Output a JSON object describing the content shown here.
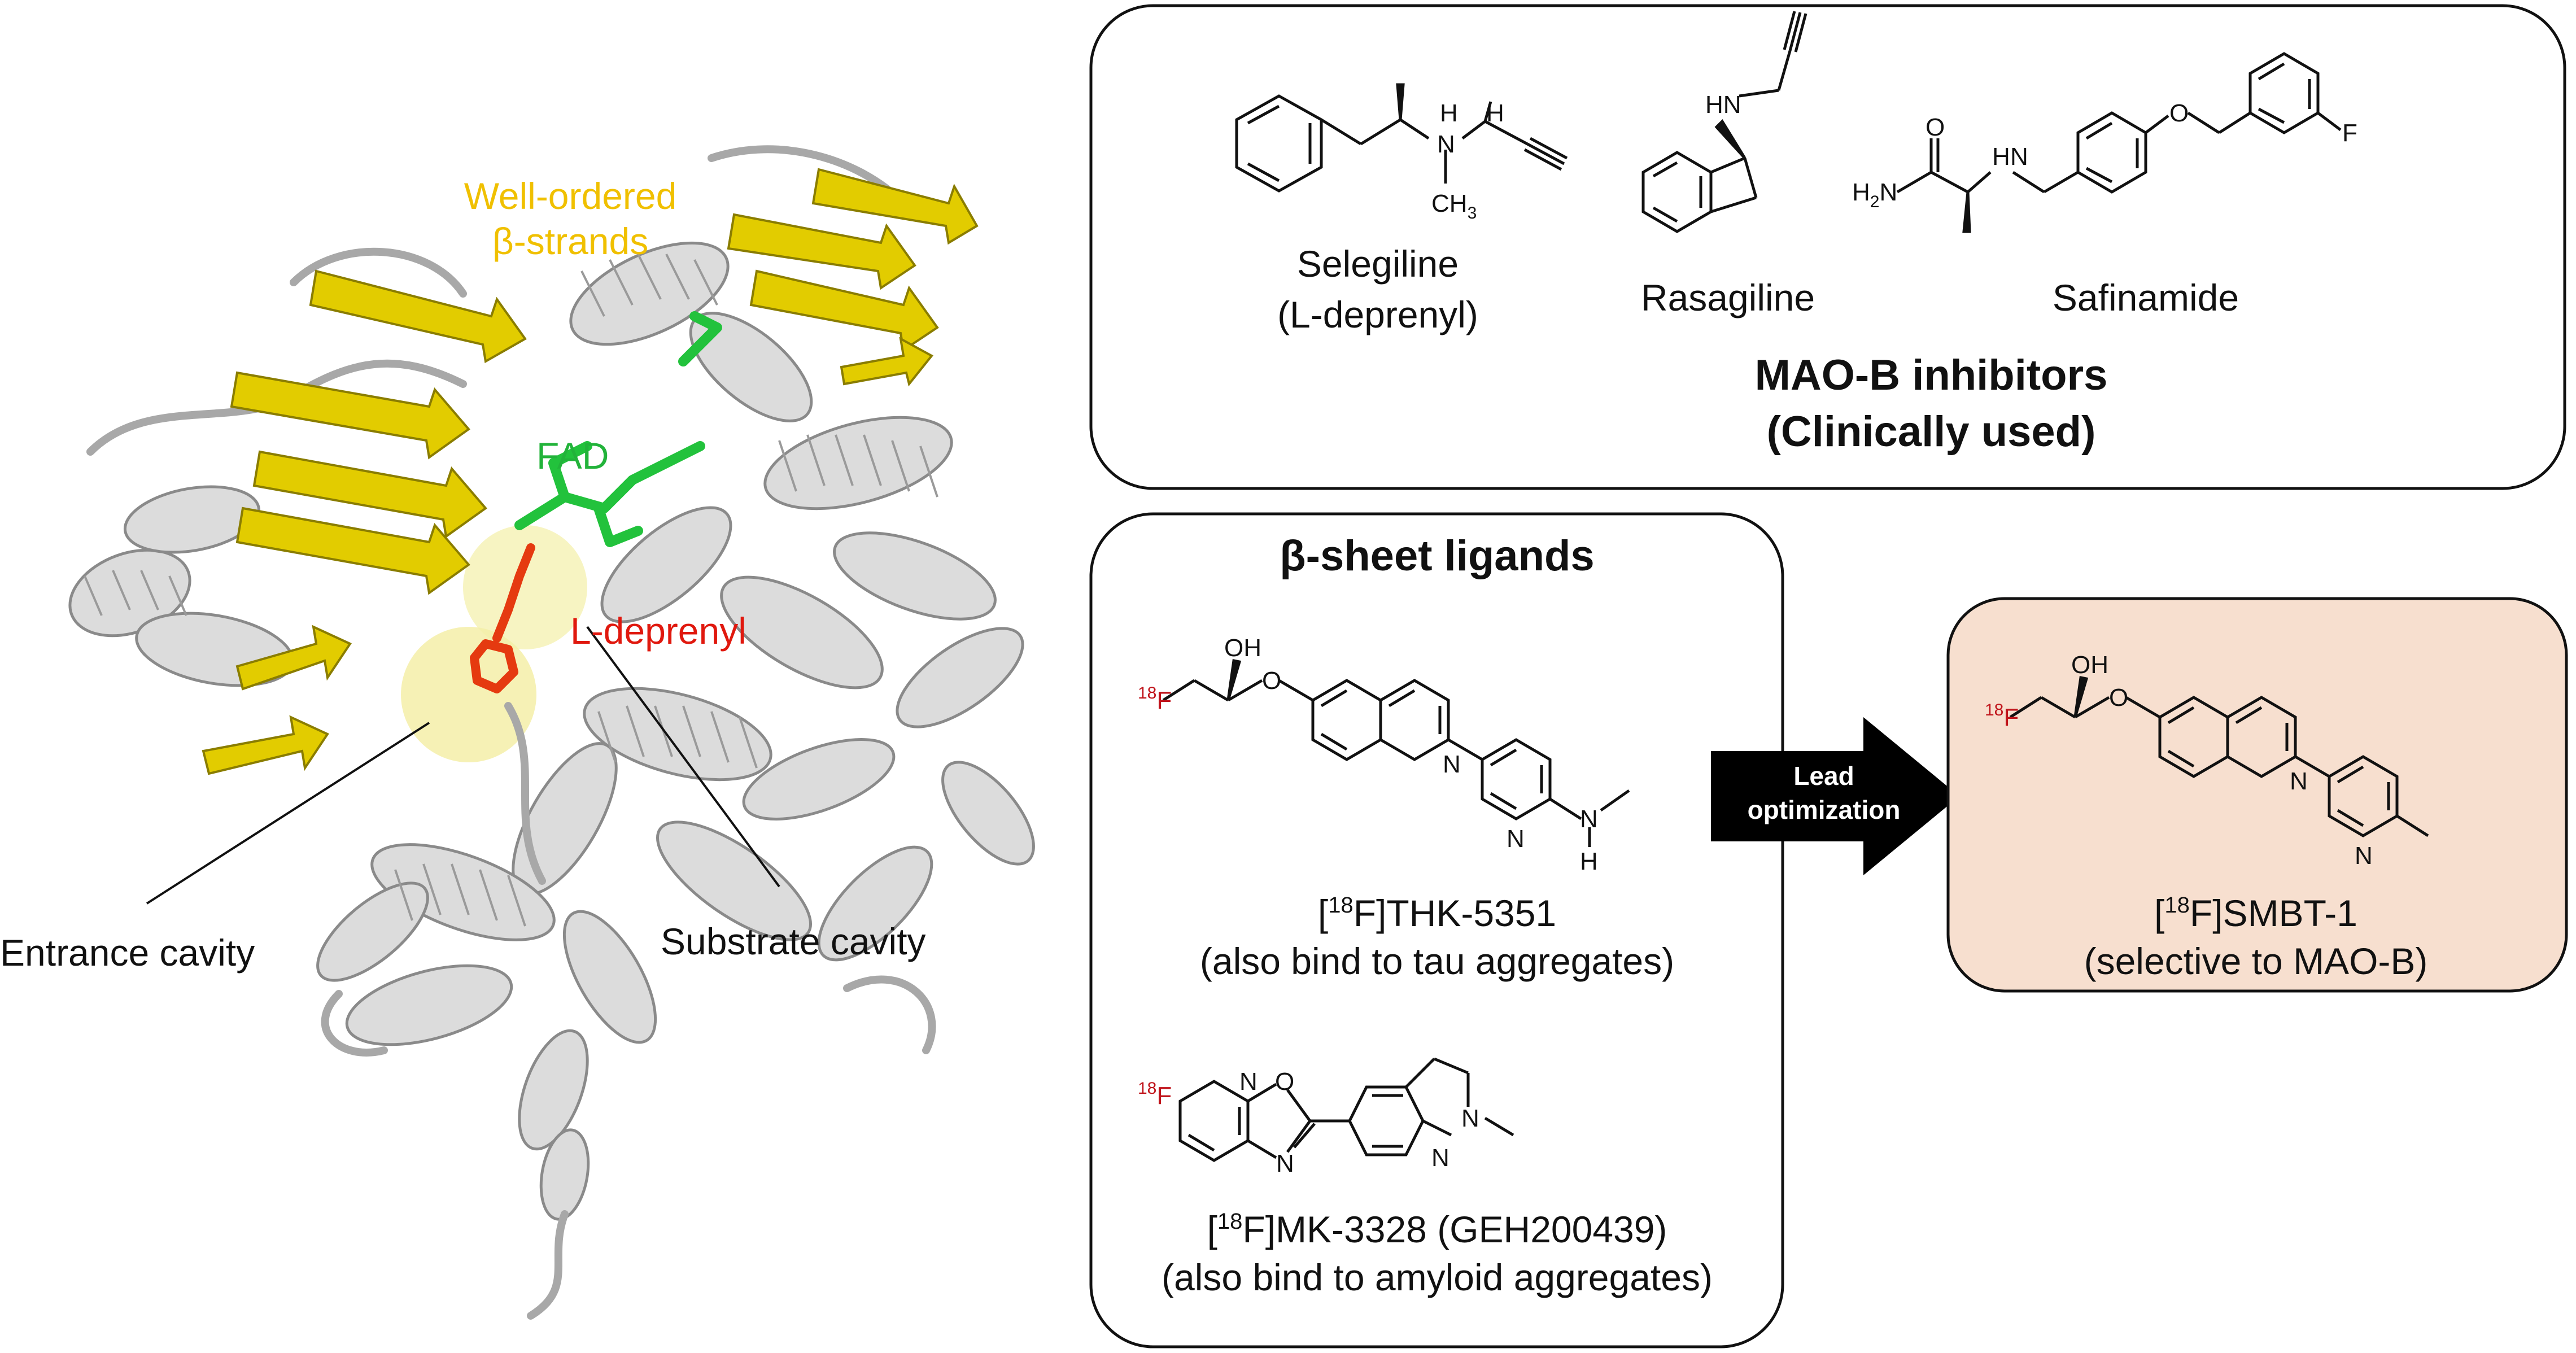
{
  "protein": {
    "labels": {
      "well_ordered": "Well-ordered",
      "beta_strands": "β-strands",
      "fad": "FAD",
      "l_deprenyl": "L-deprenyl",
      "entrance_cavity": "Entrance cavity",
      "substrate_cavity": "Substrate cavity"
    },
    "colors": {
      "helix": "#d9d9d9",
      "strand": "#e2cc00",
      "fad": "#22c23c",
      "ligand": "#e53a10",
      "cavity_glow": "#f4efa8"
    }
  },
  "mao_b_box": {
    "title_line1": "MAO-B inhibitors",
    "title_line2": "(Clinically used)",
    "compounds": [
      {
        "name": "Selegiline",
        "alt": "(L-deprenyl)"
      },
      {
        "name": "Rasagiline"
      },
      {
        "name": "Safinamide"
      }
    ],
    "atoms": {
      "h": "H",
      "n": "N",
      "ch3": "CH",
      "ch3_sub": "3",
      "hn": "HN",
      "o": "O",
      "h2n": "H",
      "h2n_sub": "2",
      "h2n_n": "N",
      "nh_h": "H",
      "nh_n": "N",
      "f": "F"
    }
  },
  "beta_box": {
    "title": "β-sheet ligands",
    "compound1": {
      "bracket_open": "[",
      "isotope": "18",
      "rest": "F]THK-5351",
      "note": "(also bind to tau aggregates)"
    },
    "compound2": {
      "bracket_open": "[",
      "isotope": "18",
      "rest": "F]MK-3328 (GEH200439)",
      "note": "(also bind to amyloid aggregates)"
    },
    "atoms": {
      "iso18": "18",
      "f": "F",
      "oh": "OH",
      "o": "O",
      "n": "N",
      "h": "H"
    }
  },
  "arrow": {
    "line1": "Lead",
    "line2": "optimization",
    "color": "#000000"
  },
  "smbt_box": {
    "bracket_open": "[",
    "isotope": "18",
    "rest": "F]SMBT-1",
    "note": "(selective to MAO-B)",
    "fill": "#f7dfcf",
    "atoms": {
      "iso18": "18",
      "f": "F",
      "oh": "OH",
      "o": "O",
      "n": "N"
    }
  }
}
